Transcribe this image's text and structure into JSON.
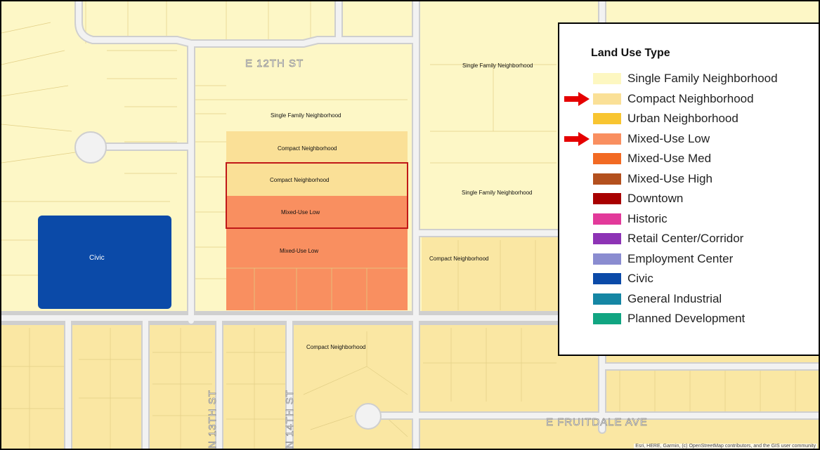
{
  "legend": {
    "title": "Land Use Type",
    "items": [
      {
        "label": "Single Family Neighborhood",
        "color": "#fdf7c1",
        "marked": false
      },
      {
        "label": "Compact Neighborhood",
        "color": "#fae097",
        "marked": true
      },
      {
        "label": "Urban Neighborhood",
        "color": "#f8c531",
        "marked": false
      },
      {
        "label": "Mixed-Use Low",
        "color": "#f98f60",
        "marked": true
      },
      {
        "label": "Mixed-Use Med",
        "color": "#f26a23",
        "marked": false
      },
      {
        "label": "Mixed-Use High",
        "color": "#b3501e",
        "marked": false
      },
      {
        "label": "Downtown",
        "color": "#a80000",
        "marked": false
      },
      {
        "label": "Historic",
        "color": "#e23a9a",
        "marked": false
      },
      {
        "label": "Retail Center/Corridor",
        "color": "#8d33b5",
        "marked": false
      },
      {
        "label": "Employment Center",
        "color": "#8a8cd0",
        "marked": false
      },
      {
        "label": "Civic",
        "color": "#0b4aa8",
        "marked": false
      },
      {
        "label": "General Industrial",
        "color": "#1586a4",
        "marked": false
      },
      {
        "label": "Planned Development",
        "color": "#11a582",
        "marked": false
      }
    ]
  },
  "map": {
    "streets": {
      "e12th": "E 12TH ST",
      "n13th": "N 13TH ST",
      "n14th": "N 14TH ST",
      "fruitdale": "E FRUITDALE AVE"
    },
    "parcels": {
      "sfn_top_right": "Single Family Neighborhood",
      "sfn_center": "Single Family Neighborhood",
      "compact_1": "Compact Neighborhood",
      "compact_highlight": "Compact Neighborhood",
      "mixed_highlight": "Mixed-Use Low",
      "mixed_lower": "Mixed-Use Low",
      "sfn_right_mid": "Single Family Neighborhood",
      "compact_right": "Compact Neighborhood",
      "compact_bottom": "Compact Neighborhood",
      "civic": "Civic"
    },
    "highlight_color": "#c01818",
    "arrow_color": "#e50000",
    "attribution": "Esri, HERE, Garmin, (c) OpenStreetMap contributors, and the GIS user community"
  }
}
